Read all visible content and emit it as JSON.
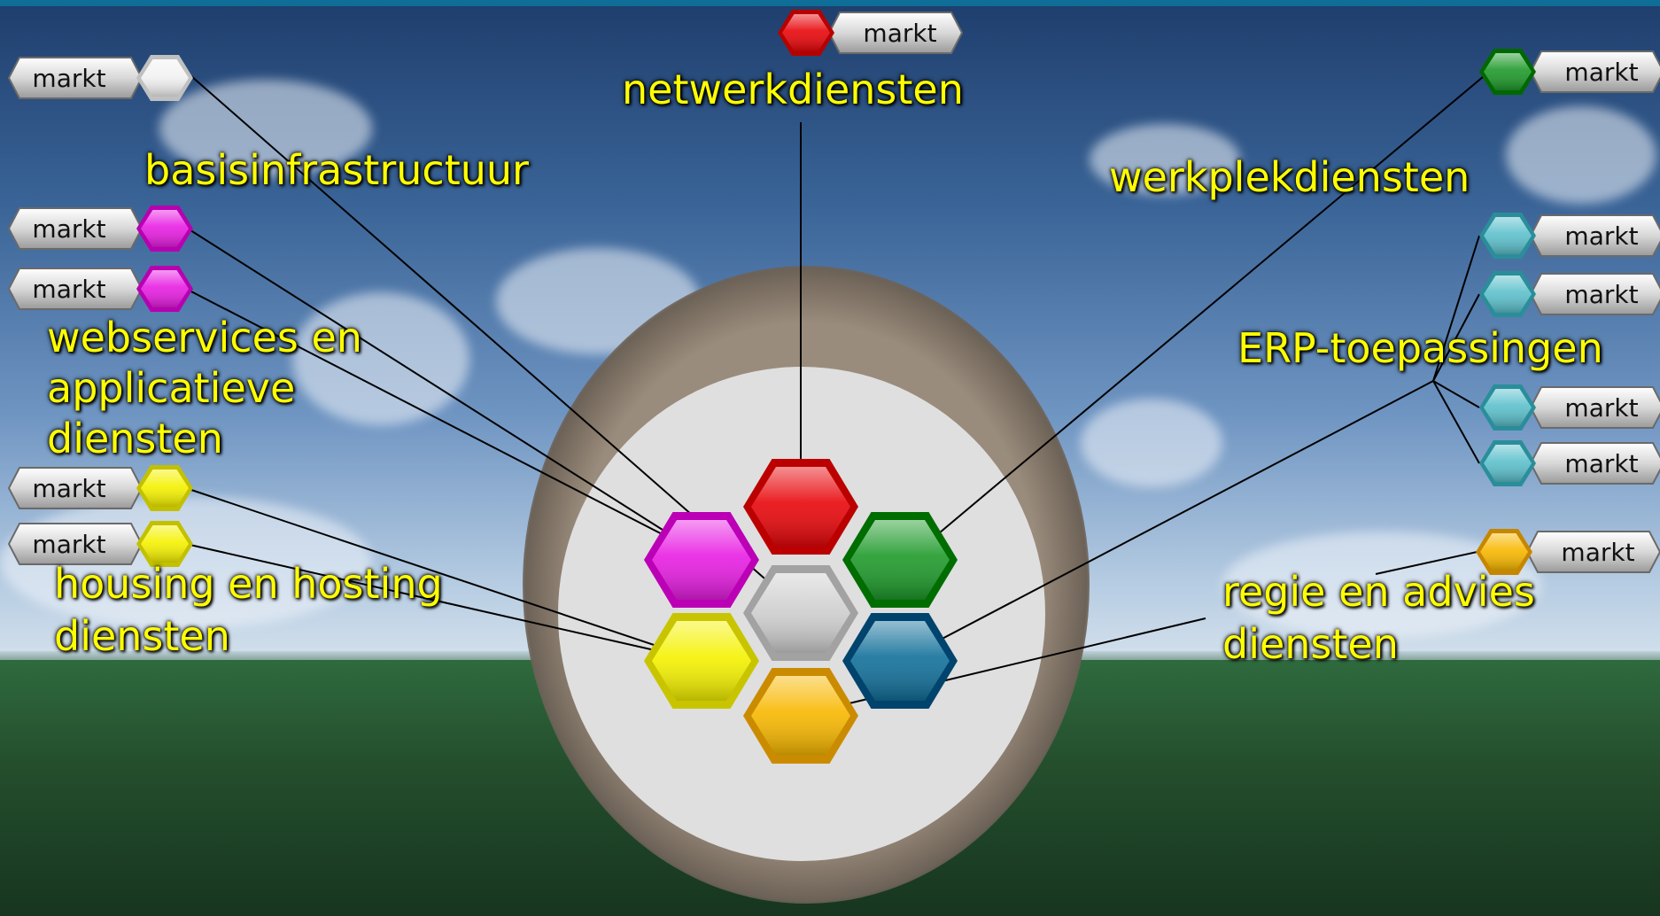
{
  "labels": {
    "netwerk": "netwerkdiensten",
    "basis": "basisinfrastructuur",
    "werkplek": "werkplekdiensten",
    "web_1": "webservices en",
    "web_2": "applicatieve",
    "web_3": "diensten",
    "erp": "ERP-toepassingen",
    "housing_1": "housing en hosting",
    "housing_2": "diensten",
    "regie_1": "regie en advies",
    "regie_2": "diensten"
  },
  "market_buttons": [
    {
      "id": "netwerk",
      "label": "markt",
      "color": "#e8070b"
    },
    {
      "id": "basis",
      "label": "markt",
      "color": "#f2f2f2"
    },
    {
      "id": "werkplek",
      "label": "markt",
      "color": "#1f9a2b"
    },
    {
      "id": "web-1",
      "label": "markt",
      "color": "#e81ee3"
    },
    {
      "id": "web-2",
      "label": "markt",
      "color": "#e81ee3"
    },
    {
      "id": "erp-1",
      "label": "markt",
      "color": "#5cc0cc"
    },
    {
      "id": "erp-2",
      "label": "markt",
      "color": "#5cc0cc"
    },
    {
      "id": "erp-3",
      "label": "markt",
      "color": "#5cc0cc"
    },
    {
      "id": "erp-4",
      "label": "markt",
      "color": "#5cc0cc"
    },
    {
      "id": "housing-1",
      "label": "markt",
      "color": "#f5f200"
    },
    {
      "id": "housing-2",
      "label": "markt",
      "color": "#f5f200"
    },
    {
      "id": "regie",
      "label": "markt",
      "color": "#f8b800"
    }
  ],
  "hexagons": [
    {
      "name": "netwerkdiensten",
      "color": "#e8070b"
    },
    {
      "name": "webservices",
      "color": "#e81ee3"
    },
    {
      "name": "werkplekdiensten",
      "color": "#1f9a2b"
    },
    {
      "name": "basisinfrastructuur",
      "color": "#cfcfcf"
    },
    {
      "name": "housing",
      "color": "#f5f200"
    },
    {
      "name": "erp",
      "color": "#12709a"
    },
    {
      "name": "regie",
      "color": "#f8b800"
    }
  ]
}
